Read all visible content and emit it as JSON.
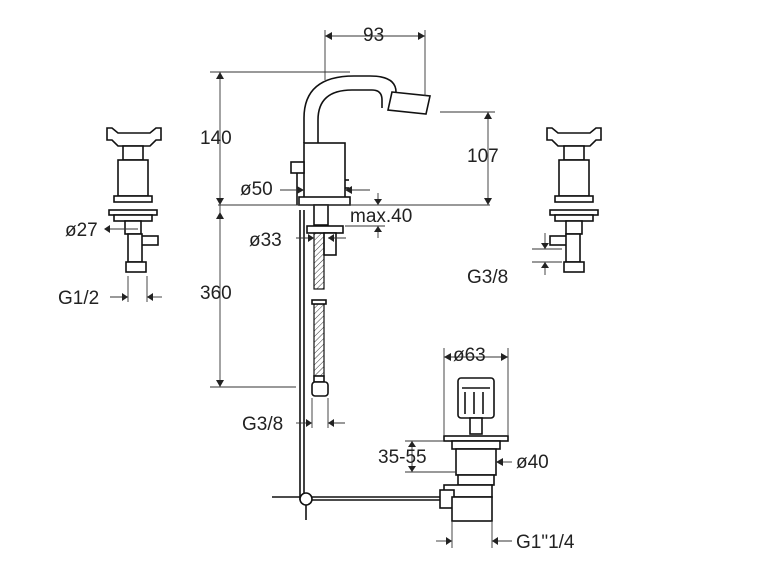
{
  "dimensions": {
    "spout_reach": "93",
    "body_height": "140",
    "spout_height": "107",
    "body_diameter": "ø50",
    "deck_thickness": "max.40",
    "shank_diameter": "ø33",
    "hose_length": "360",
    "hose_thread": "G3/8",
    "valve_flange_diameter": "ø27",
    "valve_left_thread": "G1/2",
    "valve_right_thread": "G3/8",
    "waste_top_diameter": "ø63",
    "waste_range": "35-55",
    "waste_body_diameter": "ø40",
    "waste_thread": "G1\"1/4"
  }
}
